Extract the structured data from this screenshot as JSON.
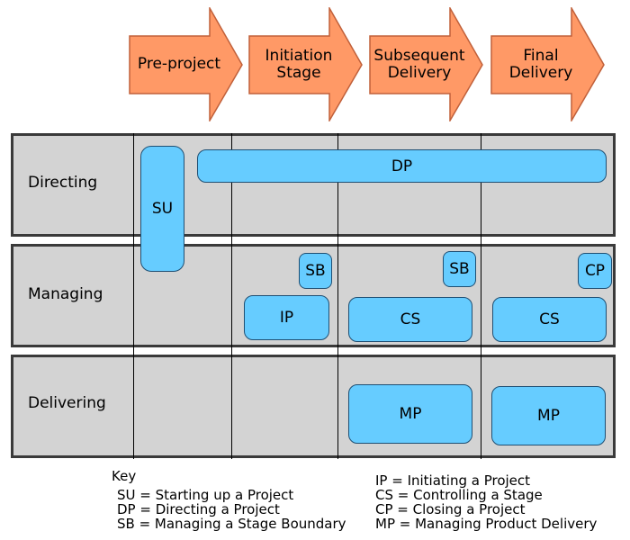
{
  "stages": [
    {
      "label": "Pre-project"
    },
    {
      "label": "Initiation\nStage"
    },
    {
      "label": "Subsequent\nDelivery"
    },
    {
      "label": "Final\nDelivery"
    }
  ],
  "lanes": [
    {
      "label": "Directing"
    },
    {
      "label": "Managing"
    },
    {
      "label": "Delivering"
    }
  ],
  "processes": {
    "su": "SU",
    "dp": "DP",
    "sb1": "SB",
    "sb2": "SB",
    "cp": "CP",
    "ip": "IP",
    "cs1": "CS",
    "cs2": "CS",
    "mp1": "MP",
    "mp2": "MP"
  },
  "key": {
    "title": "Key",
    "left": [
      "SU = Starting up a Project",
      "DP = Directing a Project",
      "SB = Managing a Stage Boundary"
    ],
    "right": [
      "IP = Initiating a Project",
      "CS = Controlling a Stage",
      "CP = Closing a Project",
      "MP = Managing Product Delivery"
    ]
  },
  "colors": {
    "arrow_fill": "#ff9966",
    "arrow_stroke": "#c0603a",
    "process_fill": "#66ccff",
    "lane_fill": "#d3d3d3"
  }
}
